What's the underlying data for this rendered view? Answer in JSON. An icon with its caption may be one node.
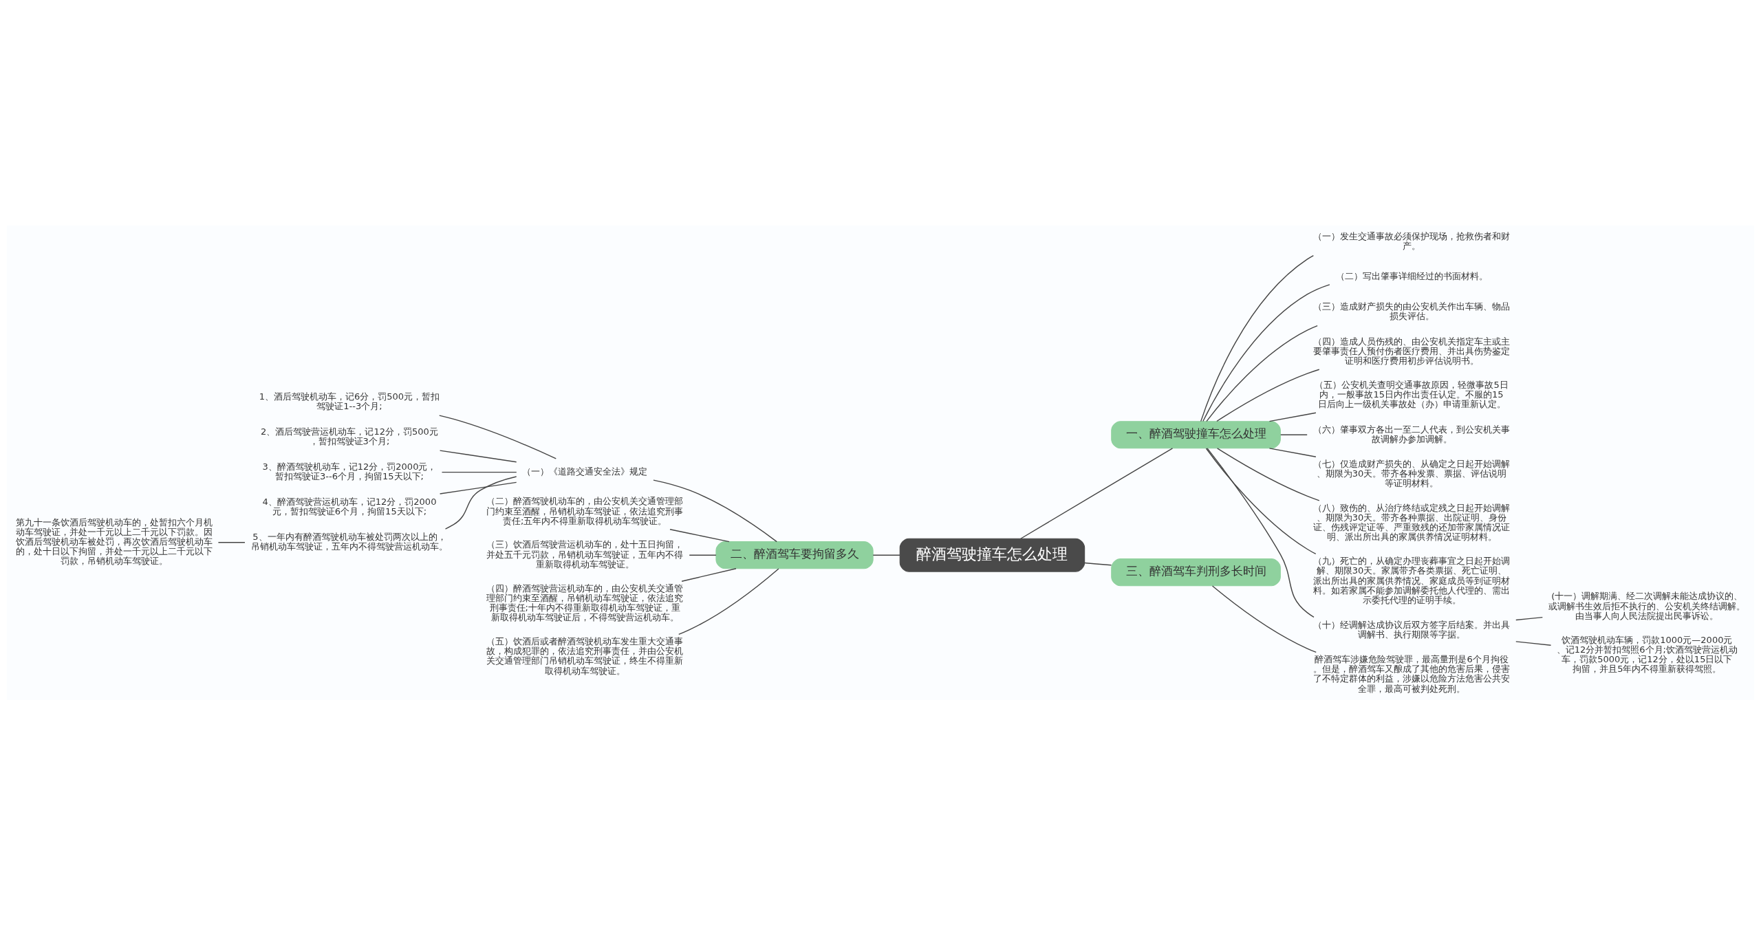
{
  "diagram": {
    "nodes": [
      {
        "text": [
          "醉酒驾驶撞车怎么处理"
        ]
      },
      {
        "text": [
          "一、醉酒驾驶撞车怎么处理"
        ]
      },
      {
        "text": [
          "（一）发生交通事故必须保护现场，抢救伤者和财产。"
        ]
      },
      {
        "text": [
          "（二）写出肇事详细经过的书面材料。"
        ]
      },
      {
        "text": [
          "（三）造成财产损失的由公安机关作出车辆、物品损失评估。"
        ]
      },
      {
        "text": [
          "（四）造成人员伤残的、由公安机关指定车主或主要肇事责任人预付伤者医疗费用、并出具伤势鉴定证明和医疗费用初步评估说明书。"
        ]
      },
      {
        "text": [
          "（五）公安机关查明交通事故原因，轻微事故5日内，一般事故15日内作出责任认定。不服的15日后向上一级机关事故处（办）申请重新认定。"
        ]
      },
      {
        "text": [
          "（六）肇事双方各出一至二人代表，到公安机关事故调解办参加调解。"
        ]
      },
      {
        "text": [
          "（七）仅造成财产损失的、从确定之日起开始调解、期限为30天。带齐各种发票、票据、评估说明等证明材料。"
        ]
      },
      {
        "text": [
          "（八）致伤的、从治疗终结或定残之日起开始调解、期限为30天。带齐各种票据、出院证明、身份证、伤残评定证等、严重致残的还加带家属情况证明、派出所出具的家属供养情况证明材料。"
        ]
      },
      {
        "text": [
          "（九）死亡的，从确定办理丧葬事宜之日起开始调解、期限30天。家属带齐各类票据、死亡证明、派出所出具的家属供养情况、家庭成员等到证明材料。如若家属不能参加调解委托他人代理的、需出示委托代理的证明手续。"
        ]
      },
      {
        "text": [
          "（十）经调解达成协议后双方签字后结案。并出具调解书、执行期限等字据。"
        ]
      },
      {
        "text": [
          "(十一）调解期满、经二次调解未能达成协议的、或调解书生效后拒不执行的、公安机关终结调解。由当事人向人民法院提出民事诉讼。"
        ]
      },
      {
        "text": [
          "饮酒驾驶机动车辆，罚款1000元—2000元、记12分并暂扣驾照6个月;饮酒驾驶营运机动车，罚款5000元，记12分，处以15日以下拘留，并且5年内不得重新获得驾照。"
        ]
      },
      {
        "text": [
          "二、醉酒驾车要拘留多久"
        ]
      },
      {
        "text": [
          "（一）《道路交通安全法》规定"
        ]
      },
      {
        "text": [
          "1、酒后驾驶机动车，记6分，罚500元，暂扣驾驶证1--3个月;"
        ]
      },
      {
        "text": [
          "2、酒后驾驶营运机动车，记12分，罚500元，暂扣驾驶证3个月;"
        ]
      },
      {
        "text": [
          "3、醉酒驾驶机动车，记12分，罚2000元，暂扣驾驶证3--6个月，拘留15天以下;"
        ]
      },
      {
        "text": [
          "4、醉酒驾驶营运机动车，记12分，罚2000元，暂扣驾驶证6个月，拘留15天以下;"
        ]
      },
      {
        "text": [
          "5、一年内有醉酒驾驶机动车被处罚两次以上的，吊销机动车驾驶证，五年内不得驾驶营运机动车。"
        ]
      },
      {
        "text": [
          "第九十一条饮酒后驾驶机动车的，处暂扣六个月机动车驾驶证，并处一千元以上二千元以下罚款。因饮酒后驾驶机动车被处罚，再次饮酒后驾驶机动车的，处十日以下拘留，并处一千元以上二千元以下罚款，吊销机动车驾驶证。"
        ]
      },
      {
        "text": [
          "（二）醉酒驾驶机动车的，由公安机关交通管理部门约束至酒醒，吊销机动车驾驶证，依法追究刑事责任;五年内不得重新取得机动车驾驶证。"
        ]
      },
      {
        "text": [
          "（三）饮酒后驾驶营运机动车的，处十五日拘留，并处五千元罚款，吊销机动车驾驶证，五年内不得重新取得机动车驾驶证。"
        ]
      },
      {
        "text": [
          "（四）醉酒驾驶营运机动车的，由公安机关交通管理部门约束至酒醒，吊销机动车驾驶证，依法追究刑事责任;十年内不得重新取得机动车驾驶证，重新取得机动车驾驶证后，不得驾驶营运机动车。"
        ]
      },
      {
        "text": [
          "（五）饮酒后或者醉酒驾驶机动车发生重大交通事故，构成犯罪的，依法追究刑事责任，并由公安机关交通管理部门吊销机动车驾驶证，终生不得重新取得机动车驾驶证。"
        ]
      },
      {
        "text": [
          "三、醉酒驾车判刑多长时间"
        ]
      },
      {
        "text": [
          "醉酒驾车涉嫌危险驾驶罪，最高量刑是6个月拘役。但是，醉酒驾车又酿成了其他的危害后果，侵害了不特定群体的利益，涉嫌以危险方法危害公共安全罪，最高可被判处死刑。"
        ]
      }
    ],
    "edges": [
      {
        "from": 0,
        "to": 1,
        "arrow": "none"
      },
      {
        "from": 1,
        "to": 2,
        "arrow": "none"
      },
      {
        "from": 1,
        "to": 3,
        "arrow": "none"
      },
      {
        "from": 1,
        "to": 4,
        "arrow": "none"
      },
      {
        "from": 1,
        "to": 5,
        "arrow": "none"
      },
      {
        "from": 1,
        "to": 6,
        "arrow": "none"
      },
      {
        "from": 1,
        "to": 7,
        "arrow": "none"
      },
      {
        "from": 1,
        "to": 8,
        "arrow": "none"
      },
      {
        "from": 1,
        "to": 9,
        "arrow": "none"
      },
      {
        "from": 1,
        "to": 10,
        "arrow": "none"
      },
      {
        "from": 1,
        "to": 11,
        "arrow": "none"
      },
      {
        "from": 11,
        "to": 12,
        "arrow": "none"
      },
      {
        "from": 11,
        "to": 13,
        "arrow": "none"
      },
      {
        "from": 14,
        "to": 0,
        "arrow": "none"
      },
      {
        "from": 15,
        "to": 14,
        "arrow": "none"
      },
      {
        "from": 16,
        "to": 15,
        "arrow": "none"
      },
      {
        "from": 17,
        "to": 15,
        "arrow": "none"
      },
      {
        "from": 18,
        "to": 15,
        "arrow": "none"
      },
      {
        "from": 19,
        "to": 15,
        "arrow": "none"
      },
      {
        "from": 20,
        "to": 15,
        "arrow": "none"
      },
      {
        "from": 21,
        "to": 20,
        "arrow": "none"
      },
      {
        "from": 22,
        "to": 14,
        "arrow": "none"
      },
      {
        "from": 23,
        "to": 14,
        "arrow": "none"
      },
      {
        "from": 24,
        "to": 14,
        "arrow": "none"
      },
      {
        "from": 25,
        "to": 14,
        "arrow": "none"
      },
      {
        "from": 0,
        "to": 26,
        "arrow": "none"
      },
      {
        "from": 26,
        "to": 27,
        "arrow": "none"
      }
    ]
  }
}
